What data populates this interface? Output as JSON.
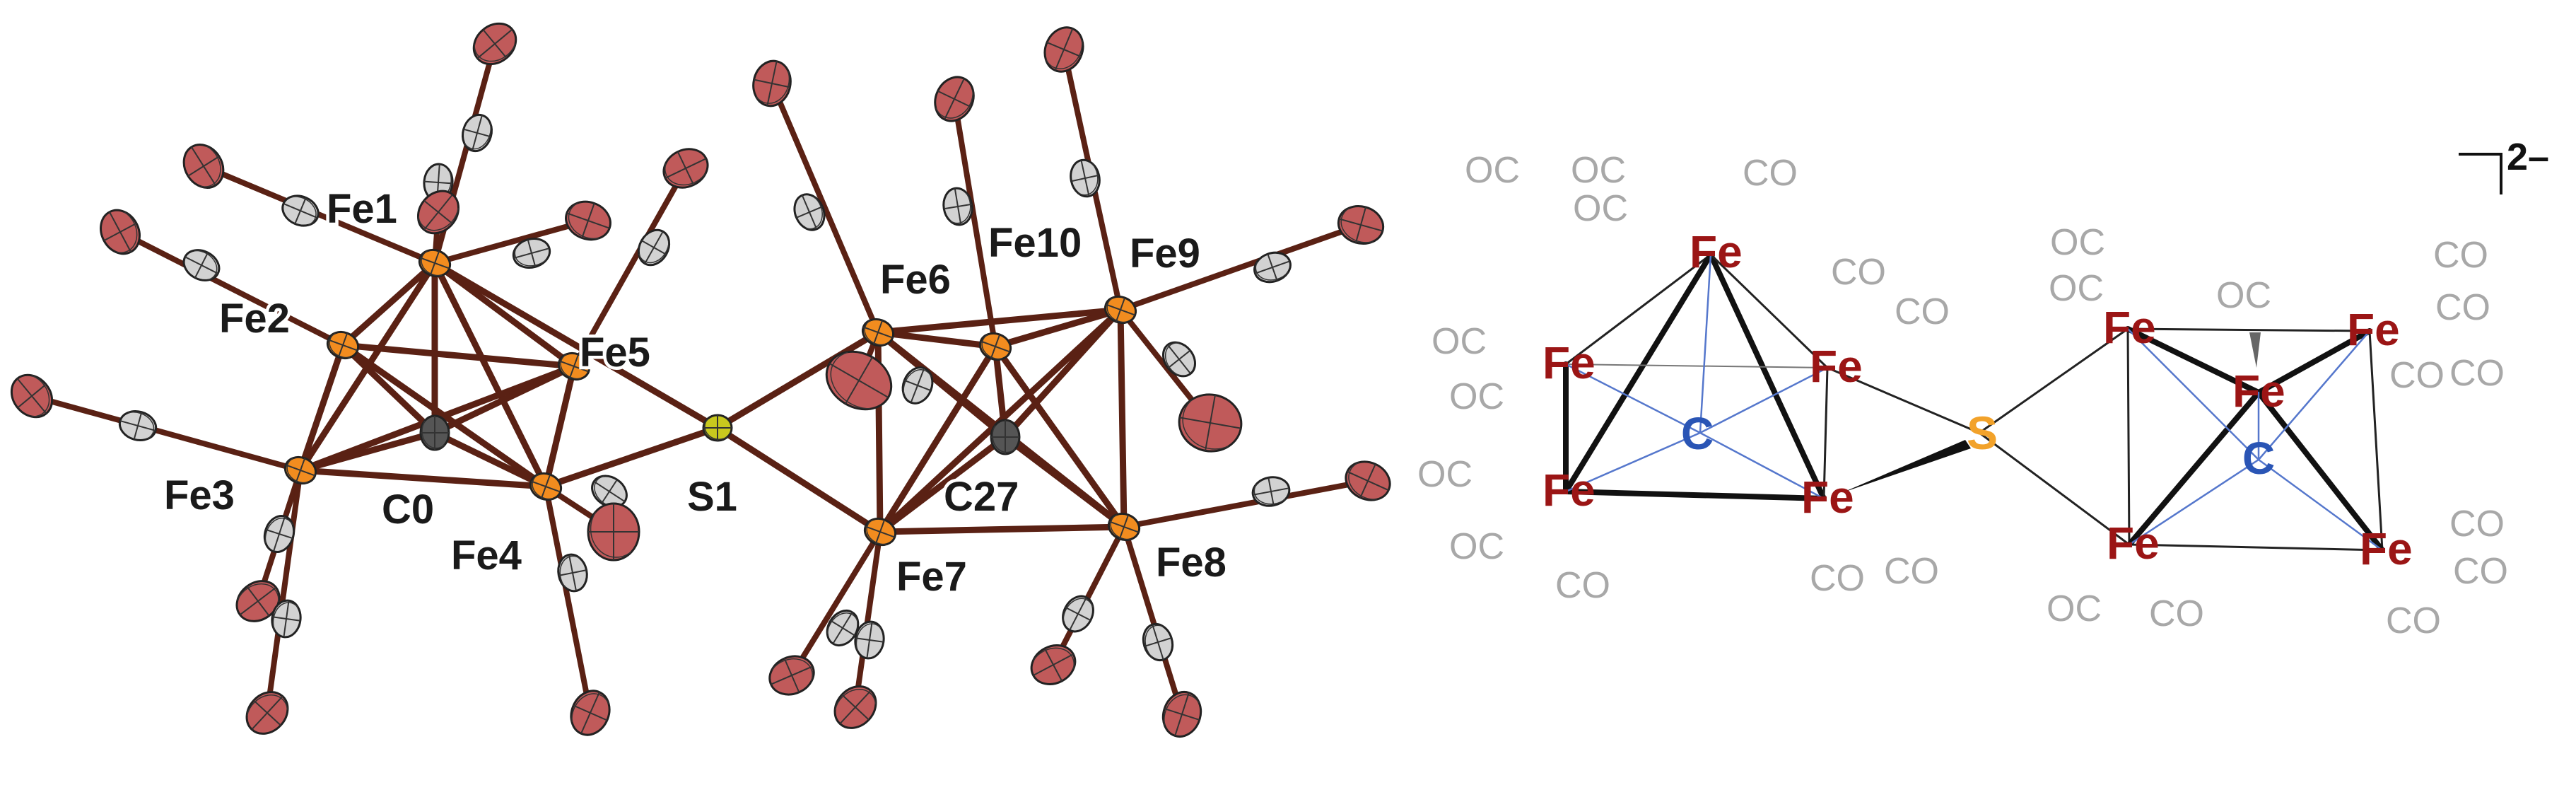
{
  "colors": {
    "bond": "#5a2114",
    "iron": "#f28c1f",
    "sulfur": "#c8c81e",
    "carbon_core": "#555555",
    "oxygen": "#c05a5a",
    "carbonyl_carbon": "#d2d2d2",
    "fe_text": "#9b1515",
    "c_text": "#2a55b5",
    "s_text": "#f2a22a",
    "co_text": "#a8a8a8",
    "thin_bond": "#222222",
    "carbide_bond": "#5577cc"
  },
  "ortep": {
    "labels": {
      "fe1": "Fe1",
      "fe2": "Fe2",
      "fe3": "Fe3",
      "fe4": "Fe4",
      "fe5": "Fe5",
      "c0": "C0",
      "s1": "S1",
      "fe6": "Fe6",
      "fe7": "Fe7",
      "fe8": "Fe8",
      "fe9": "Fe9",
      "fe10": "Fe10",
      "c27": "C27"
    }
  },
  "scheme": {
    "fe": "Fe",
    "c": "C",
    "s": "S",
    "oc": "OC",
    "co": "CO",
    "charge": "2–"
  }
}
